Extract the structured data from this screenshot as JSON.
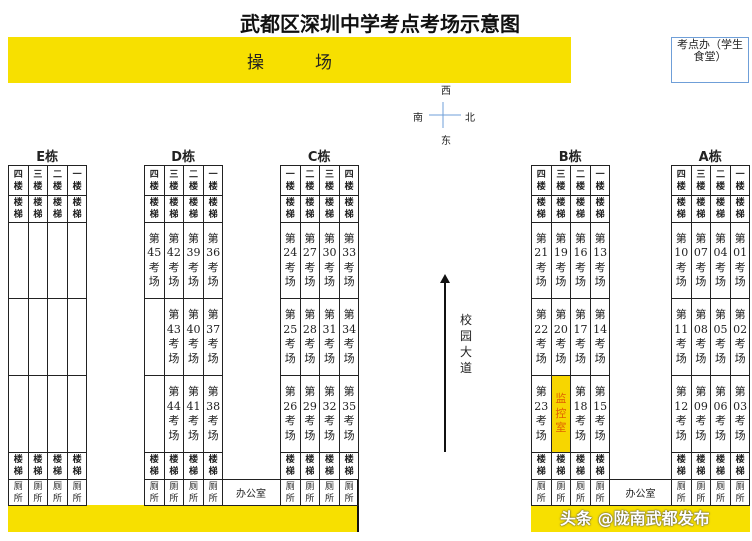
{
  "title": "武都区深圳中学考点考场示意图",
  "field": "操　　　场",
  "exam_office": "考点办（学生食堂）",
  "compass": {
    "north": "北",
    "south": "南",
    "east": "东",
    "west": "西"
  },
  "road": "校园大道",
  "office": "办公室",
  "stairs": "楼梯",
  "toilet": "厕所",
  "watermark": "头条 @陇南武都发布",
  "colors": {
    "yellow": "#f7e000",
    "monitor_text": "#e06000",
    "compass": "#6f9fd8"
  },
  "buildings": [
    {
      "name": "E栋",
      "floors": [
        "四楼",
        "三楼",
        "二楼",
        "一楼"
      ],
      "rooms": [
        [
          "",
          "",
          ""
        ],
        [
          "",
          "",
          ""
        ],
        [
          "",
          "",
          ""
        ],
        [
          "",
          "",
          ""
        ]
      ]
    },
    {
      "name": "D栋",
      "floors": [
        "四楼",
        "三楼",
        "二楼",
        "一楼"
      ],
      "rooms": [
        [
          "第45考场",
          "",
          ""
        ],
        [
          "第42考场",
          "第43考场",
          "第44考场"
        ],
        [
          "第39考场",
          "第40考场",
          "第41考场"
        ],
        [
          "第36考场",
          "第37考场",
          "第38考场"
        ]
      ]
    },
    {
      "name": "C栋",
      "floors": [
        "一楼",
        "二楼",
        "三楼",
        "四楼"
      ],
      "rooms": [
        [
          "第24考场",
          "第25考场",
          "第26考场"
        ],
        [
          "第27考场",
          "第28考场",
          "第29考场"
        ],
        [
          "第30考场",
          "第31考场",
          "第32考场"
        ],
        [
          "第33考场",
          "第34考场",
          "第35考场"
        ]
      ]
    },
    {
      "name": "B栋",
      "floors": [
        "四楼",
        "三楼",
        "二楼",
        "一楼"
      ],
      "rooms": [
        [
          "第21考场",
          "第22考场",
          "第23考场"
        ],
        [
          "第19考场",
          "第20考场",
          "监控室"
        ],
        [
          "第16考场",
          "第17考场",
          "第18考场"
        ],
        [
          "第13考场",
          "第14考场",
          "第15考场"
        ]
      ]
    },
    {
      "name": "A栋",
      "floors": [
        "四楼",
        "三楼",
        "二楼",
        "一楼"
      ],
      "rooms": [
        [
          "第10考场",
          "第11考场",
          "第12考场"
        ],
        [
          "第07考场",
          "第08考场",
          "第09考场"
        ],
        [
          "第04考场",
          "第05考场",
          "第06考场"
        ],
        [
          "第01考场",
          "第02考场",
          "第03考场"
        ]
      ]
    }
  ]
}
